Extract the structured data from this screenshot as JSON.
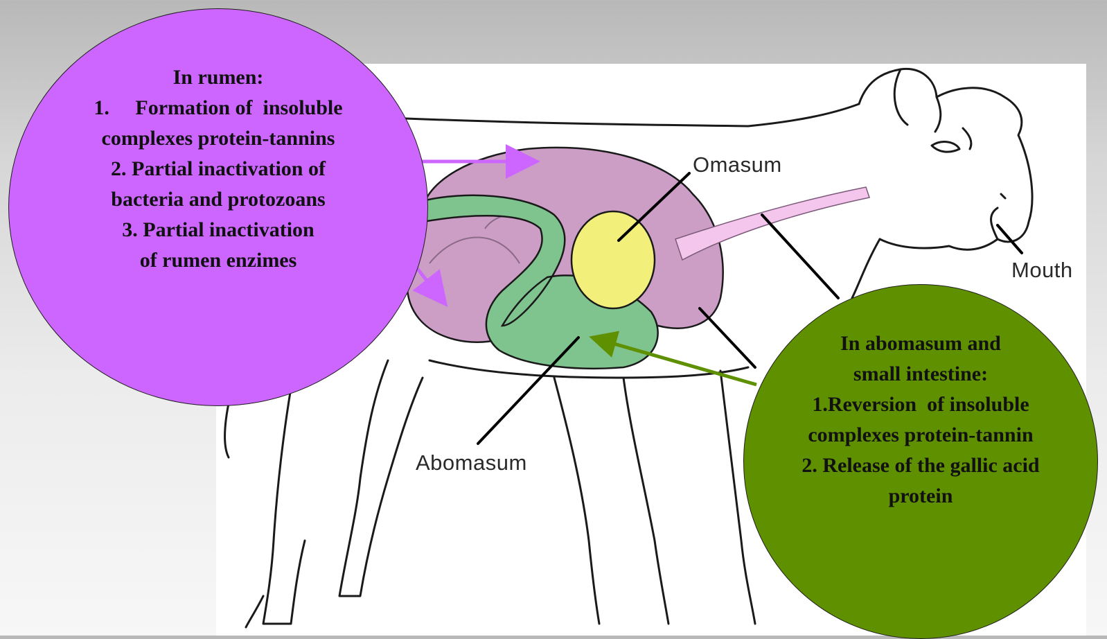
{
  "labels": {
    "omasum": "Omasum",
    "mouth": "Mouth",
    "abomasum": "Abomasum"
  },
  "rumen_box": {
    "lines": [
      "In rumen:",
      "1.     Formation of  insoluble",
      "complexes protein-tannins",
      "2. Partial inactivation of",
      "bacteria and protozoans",
      "3. Partial inactivation",
      "of rumen enzimes"
    ]
  },
  "abomasum_box": {
    "lines": [
      "In abomasum and",
      "small intestine:",
      "1.Reversion  of insoluble",
      "complexes protein-tannin",
      "2. Release of the gallic acid",
      "protein"
    ]
  },
  "colors": {
    "rumen_bubble": "#cc66ff",
    "abomasum_bubble": "#5f9000",
    "rumen_organ": "#cc9ec6",
    "omasum_organ": "#f2f07a",
    "abomasum_organ": "#7fc48e",
    "esophagus": "#f4c6ee"
  }
}
